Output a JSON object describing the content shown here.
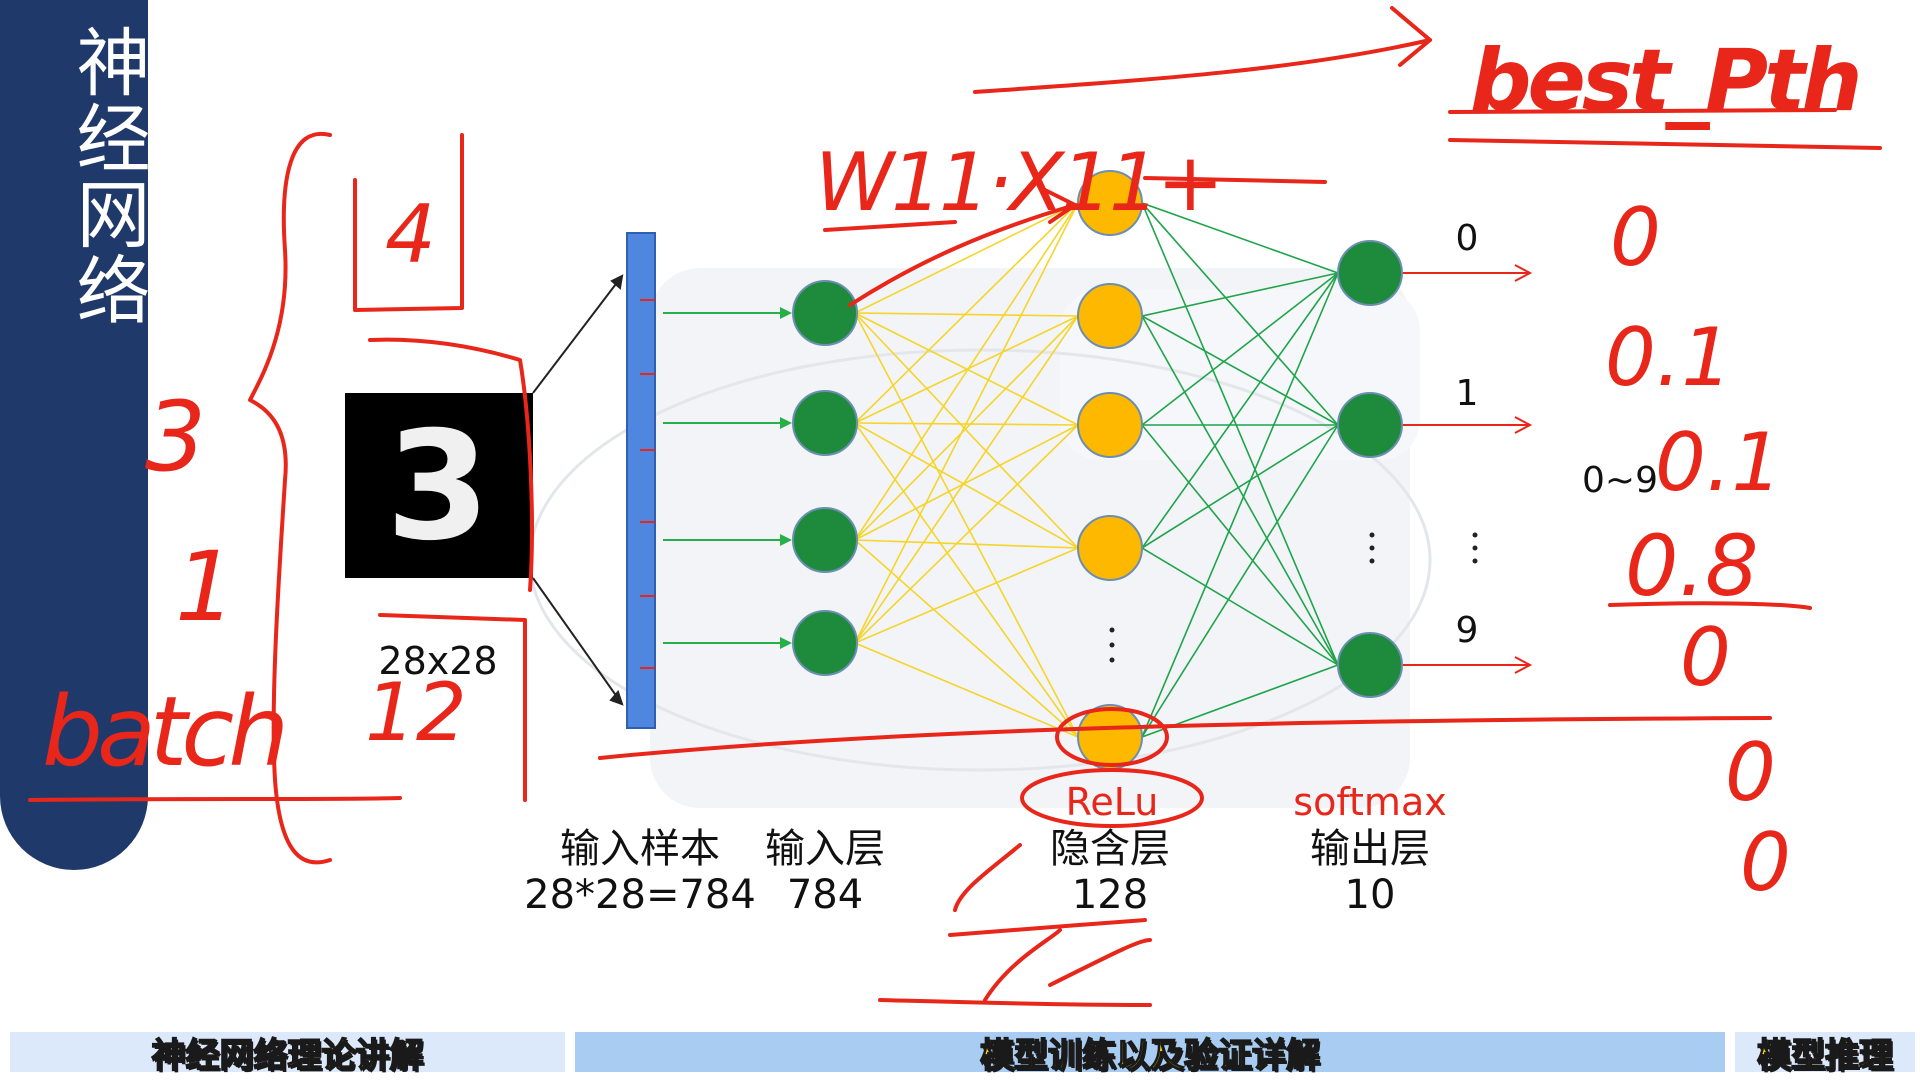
{
  "sidebar": {
    "title": "神经网络"
  },
  "diagram": {
    "input_image_digit": "3",
    "input_size_label": "28x28",
    "output_labels": [
      "0",
      "1",
      "9"
    ],
    "output_range_label": "0~9",
    "activation_hidden": "ReLu",
    "activation_output": "softmax",
    "layer_titles": [
      "输入样本",
      "输入层",
      "隐含层",
      "输出层"
    ],
    "layer_sizes": [
      "28*28=784",
      "784",
      "128",
      "10"
    ],
    "colors": {
      "input_node": "#1e8a3c",
      "hidden_node": "#ffb800",
      "output_node": "#1e8a3c",
      "vector_bar": "#4f86e0",
      "edge_input_to_input_layer": "#27b04a",
      "edge_input_to_hidden": "#f5d52a",
      "edge_hidden_to_output": "#1fa44a",
      "annotation": "#e8261a",
      "activation_label": "#e8261a"
    }
  },
  "annotations": {
    "handwritten_batch": "batch",
    "handwritten_top_right": "best_Pth",
    "handwritten_weight": "W11·X11+",
    "handwritten_probs": [
      "0",
      "0.1",
      "0.1",
      "0.8",
      "0",
      "0",
      "0"
    ],
    "handwritten_left_numbers": [
      "4",
      "3",
      "1",
      "12"
    ]
  },
  "bottom_bar": {
    "items": [
      "神经网络理论讲解",
      "模型训练以及验证详解",
      "模型推理"
    ]
  }
}
